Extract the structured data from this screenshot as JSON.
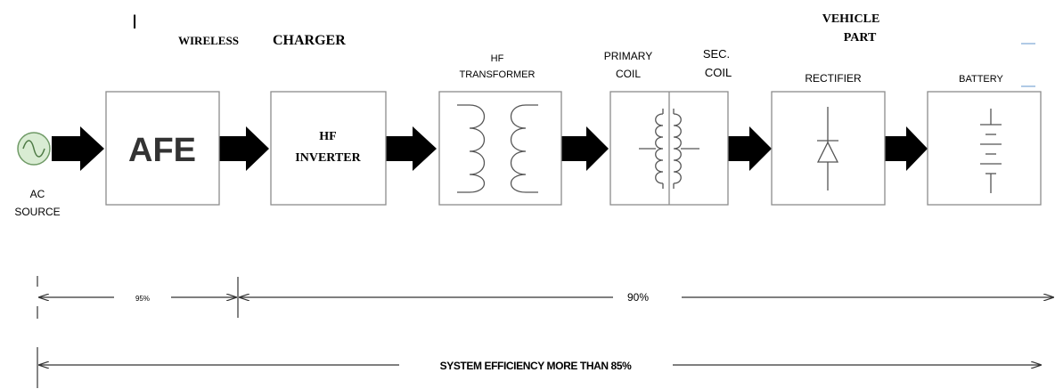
{
  "header": {
    "left_marker": "I",
    "wireless": "WIRELESS",
    "charger": "CHARGER",
    "vehicle": "VEHICLE",
    "part": "PART"
  },
  "blocks": {
    "ac_source": {
      "line1": "AC",
      "line2": "SOURCE"
    },
    "afe": {
      "label": "AFE"
    },
    "hf_inverter": {
      "line1": "HF",
      "line2": "INVERTER"
    },
    "hf_transformer": {
      "line1": "HF",
      "line2": "TRANSFORMER"
    },
    "primary_coil": {
      "line1": "PRIMARY",
      "line2": "COIL"
    },
    "sec_coil": {
      "line1": "SEC.",
      "line2": "COIL"
    },
    "rectifier": {
      "label": "RECTIFIER"
    },
    "battery": {
      "label": "BATTERY"
    }
  },
  "efficiency": {
    "afe_stage": "95%",
    "downstream_stages": "90%",
    "system": "SYSTEM EFFICIENCY MORE THAN 85%"
  },
  "colors": {
    "source_fill": "#d9ecd3",
    "source_stroke": "#6f9a66",
    "accent_marks": "#7aa6d6"
  }
}
